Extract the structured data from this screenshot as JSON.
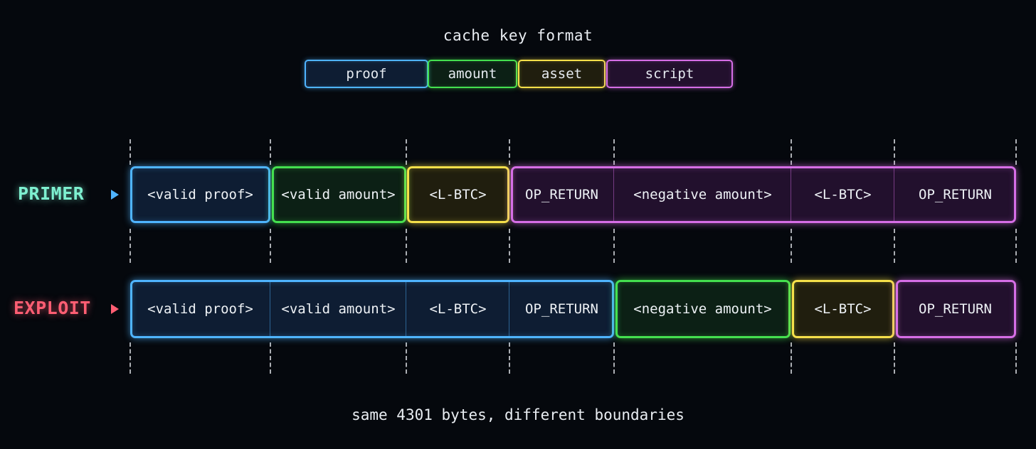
{
  "title": "cache key format",
  "legend": [
    {
      "key": "proof",
      "label": "proof",
      "color": "#4fb4ff"
    },
    {
      "key": "amount",
      "label": "amount",
      "color": "#44e04f"
    },
    {
      "key": "asset",
      "label": "asset",
      "color": "#f5e04a"
    },
    {
      "key": "script",
      "label": "script",
      "color": "#d66ee6"
    }
  ],
  "rows": [
    {
      "label": "PRIMER",
      "label_color": "#7ef0d0",
      "arrow_color": "#4fb4ff",
      "groups": [
        {
          "field": "proof",
          "cells": [
            "<valid proof>"
          ]
        },
        {
          "field": "amount",
          "cells": [
            "<valid amount>"
          ]
        },
        {
          "field": "asset",
          "cells": [
            "<L-BTC>"
          ]
        },
        {
          "field": "script",
          "cells": [
            "OP_RETURN",
            "<negative amount>",
            "<L-BTC>",
            "OP_RETURN"
          ]
        }
      ]
    },
    {
      "label": "EXPLOIT",
      "label_color": "#ff5e73",
      "arrow_color": "#ff5e73",
      "groups": [
        {
          "field": "proof",
          "cells": [
            "<valid proof>",
            "<valid amount>",
            "<L-BTC>",
            "OP_RETURN"
          ]
        },
        {
          "field": "amount",
          "cells": [
            "<negative amount>"
          ]
        },
        {
          "field": "asset",
          "cells": [
            "<L-BTC>"
          ]
        },
        {
          "field": "script",
          "cells": [
            "OP_RETURN"
          ]
        }
      ]
    }
  ],
  "footer": "same 4301 bytes, different boundaries"
}
